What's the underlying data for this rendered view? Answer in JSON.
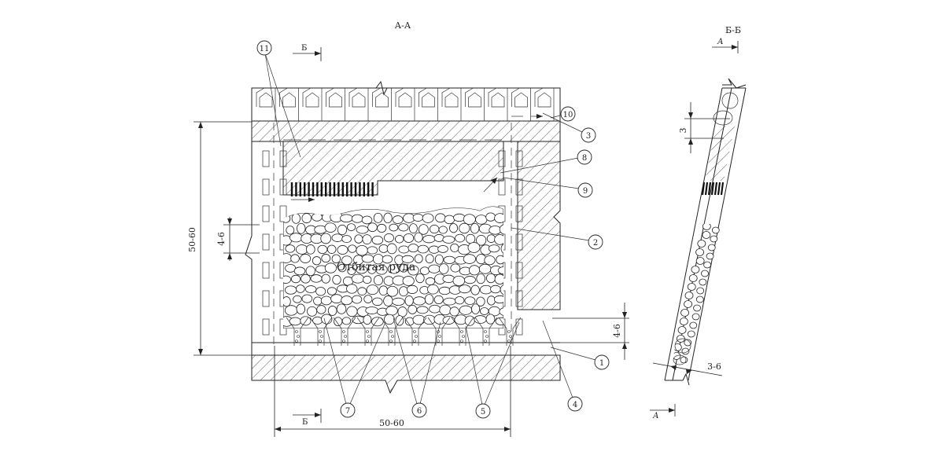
{
  "section_main": "А-А",
  "section_side": "Б-Б",
  "cut_label_b": "Б",
  "cut_label_a": "А",
  "ore_label": "Отбитая руда",
  "dimensions": {
    "height": "50-60",
    "width": "50-60",
    "pillar_left": "4-6",
    "pillar_right": "4-6",
    "side_top": "3",
    "side_bottom": "3-6"
  },
  "callouts": [
    "1",
    "2",
    "3",
    "4",
    "5",
    "6",
    "7",
    "8",
    "9",
    "10",
    "11"
  ]
}
